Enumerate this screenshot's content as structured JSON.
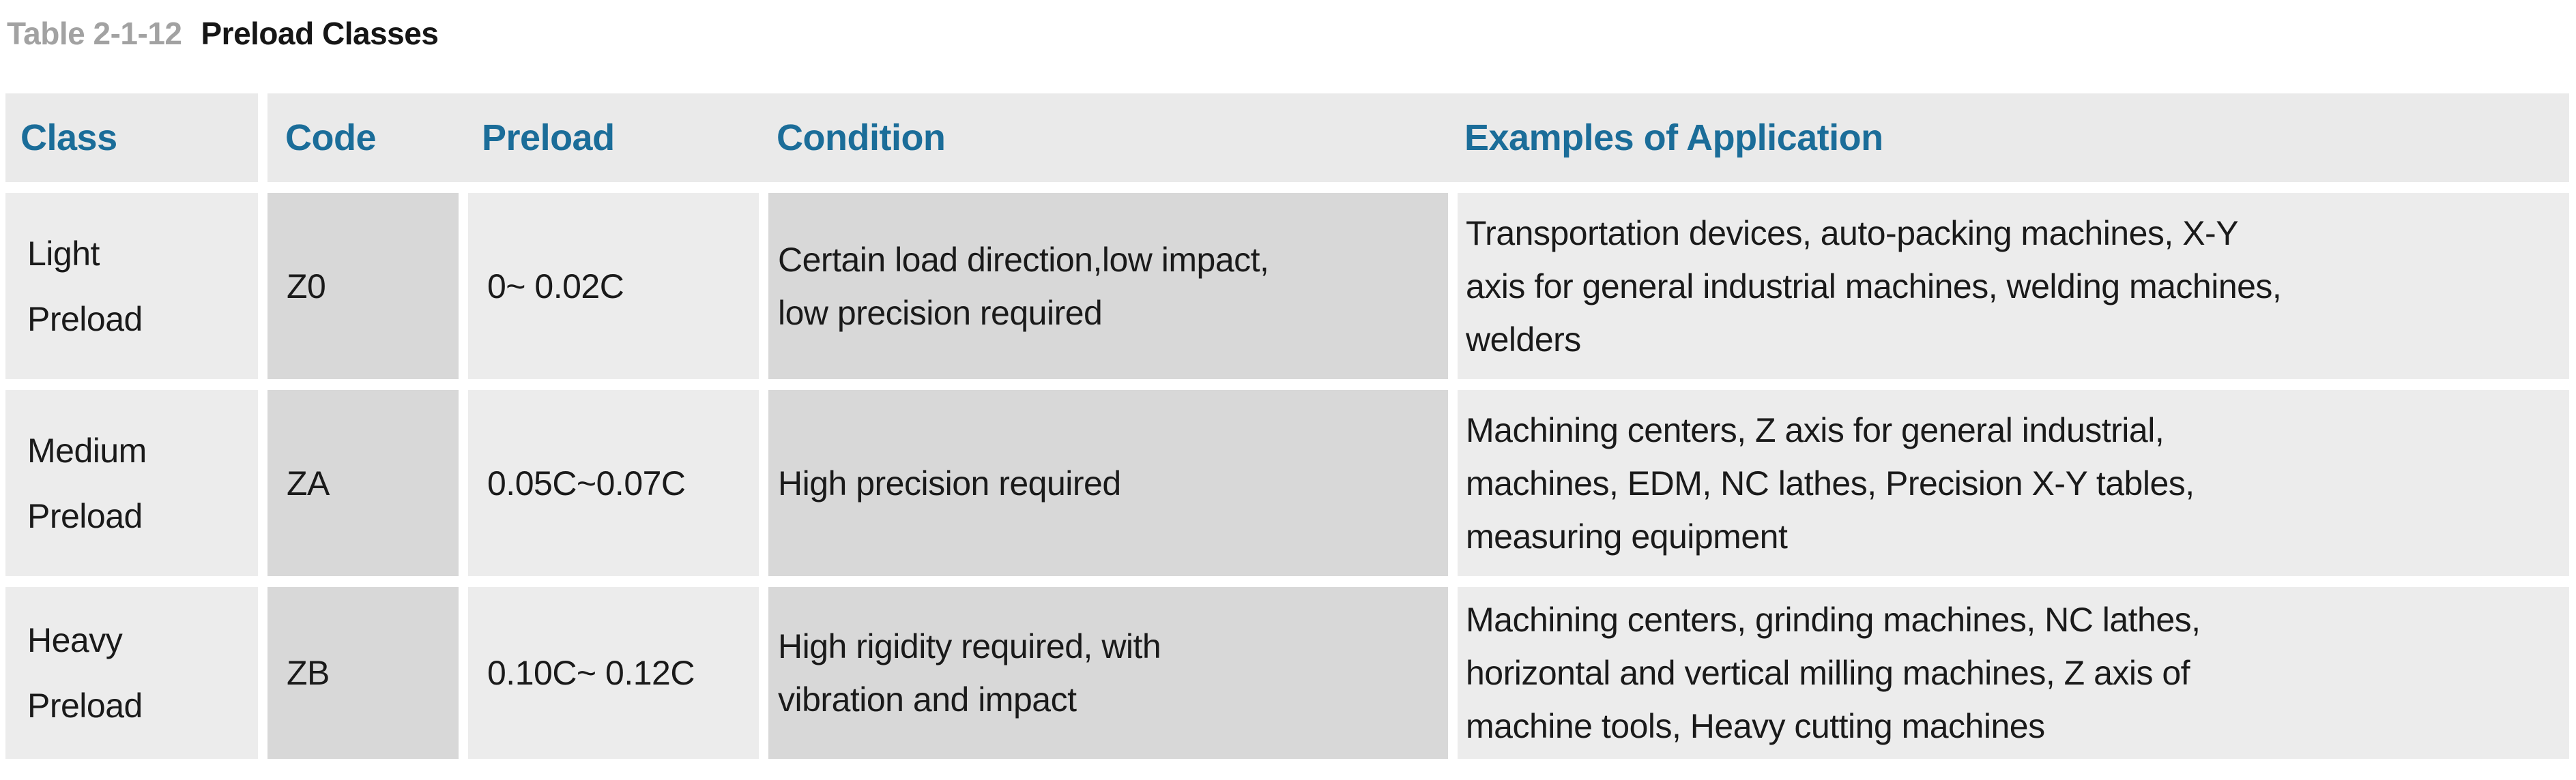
{
  "title": {
    "table_number": "Table 2-1-12",
    "table_title": "Preload Classes"
  },
  "colors": {
    "title_gray": "#a2a2a2",
    "title_black": "#161616",
    "header_blue": "#1b6d99",
    "header_bg": "#eaeaea",
    "cell_light": "#ececec",
    "cell_dark": "#d8d8d8",
    "body_text": "#1a1a1a",
    "page_bg": "#ffffff"
  },
  "table": {
    "columns": [
      {
        "key": "class",
        "label": "Class"
      },
      {
        "key": "code",
        "label": "Code"
      },
      {
        "key": "preload",
        "label": "Preload"
      },
      {
        "key": "condition",
        "label": "Condition"
      },
      {
        "key": "examples",
        "label": "Examples of Application"
      }
    ],
    "rows": [
      {
        "class": "Light\nPreload",
        "code": "Z0",
        "preload": "0~ 0.02C",
        "condition": "Certain load direction,low impact,\nlow precision required",
        "examples": "Transportation devices, auto-packing machines, X-Y\naxis for general industrial machines, welding machines,\nwelders"
      },
      {
        "class": "Medium\nPreload",
        "code": "ZA",
        "preload": "0.05C~0.07C",
        "condition": "High precision required",
        "examples": "Machining centers, Z axis for general industrial,\nmachines, EDM, NC lathes, Precision X-Y tables,\nmeasuring equipment"
      },
      {
        "class": "Heavy\nPreload",
        "code": "ZB",
        "preload": "0.10C~ 0.12C",
        "condition": "High rigidity required, with\nvibration and impact",
        "examples": "Machining centers, grinding machines, NC lathes,\nhorizontal and vertical milling machines, Z axis of\nmachine tools, Heavy cutting machines"
      }
    ]
  }
}
